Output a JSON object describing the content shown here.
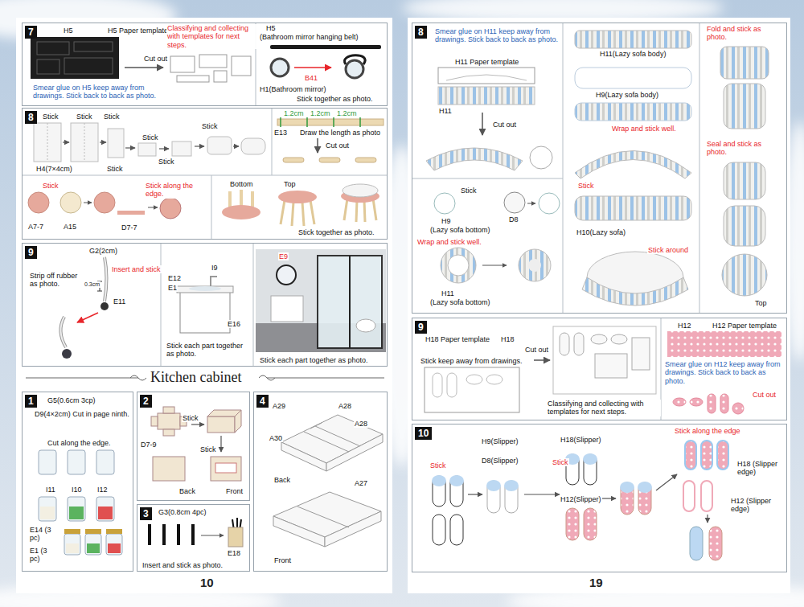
{
  "diagram": {
    "nodes": [
      {
        "text": [
          "7",
          "H5",
          "H5 Paper template",
          "Classifying and collecting with templates for next steps.",
          "Cut out",
          "Smear glue on H5 keep away from drawings. Stick back to back as photo.",
          "H5",
          "(Bathroom mirror hanging belt)",
          "B41",
          "H1(Bathroom mirror)",
          "Stick together as photo."
        ]
      },
      {
        "text": [
          "8",
          "Stick",
          "Stick",
          "Stick",
          "H4(7×4cm)",
          "Stick",
          "Stick",
          "Stick",
          "Stick",
          "1.2cm",
          "1.2cm",
          "1.2cm",
          "E13",
          "Draw the length as photo",
          "Cut out",
          "Stick",
          "A7-7",
          "A15",
          "Stick along the edge.",
          "D7-7",
          "Bottom",
          "Top",
          "Stick together as photo."
        ]
      },
      {
        "text": [
          "9",
          "G2(2cm)",
          "Strip off rubber as photo.",
          "0.3cm",
          "Insert and stick",
          "E11",
          "I9",
          "E12",
          "E1",
          "E16",
          "Stick each part together as photo.",
          "E9",
          "Stick each part together as photo."
        ]
      },
      {
        "text": [
          "1",
          "G5(0.6cm 3cp)",
          "D9(4×2cm) Cut in page ninth.",
          "Cut along the edge.",
          "I11",
          "I10",
          "I12",
          "E14 (3 pc)",
          "E1 (3 pc)"
        ]
      },
      {
        "text": [
          "2",
          "D7-9",
          "Stick",
          "Stick",
          "Back",
          "Front"
        ]
      },
      {
        "text": [
          "3",
          "G3(0.8cm 4pc)",
          "E18",
          "Insert and stick as photo."
        ]
      },
      {
        "text": [
          "4",
          "A29",
          "A28",
          "A28",
          "A30",
          "Back",
          "A27",
          "Front"
        ]
      },
      {
        "text": [
          "8",
          "Smear glue on H11 keep away from drawings. Stick back to back as photo.",
          "H11 Paper template",
          "H11",
          "Cut out",
          "Stick",
          "H9",
          "(Lazy sofa bottom)",
          "D8",
          "Wrap and stick well.",
          "H11",
          "(Lazy sofa bottom)",
          "H11(Lazy sofa body)",
          "H9(Lazy sofa body)",
          "Wrap and stick well.",
          "Stick",
          "H10(Lazy sofa)",
          "Stick around",
          "Fold and stick as photo.",
          "Seal and stick as photo.",
          "Top"
        ]
      },
      {
        "text": [
          "9",
          "H18 Paper template",
          "H18",
          "Stick keep away from drawings.",
          "Cut out",
          "Classifying and collecting with templates for next steps.",
          "H12",
          "H12 Paper template",
          "Smear glue on H12 keep away from drawings. Stick back to back as photo.",
          "Cut out"
        ]
      },
      {
        "text": [
          "10",
          "H9(Slipper)",
          "D8(Slipper)",
          "Stick",
          "H18(Slipper)",
          "Stick",
          "H12(Slipper)",
          "Stick along the edge",
          "H18 (Slipper edge)",
          "H12 (Slipper edge)"
        ]
      }
    ],
    "labels": [
      "Kitchen cabinet",
      "10",
      "19"
    ]
  }
}
